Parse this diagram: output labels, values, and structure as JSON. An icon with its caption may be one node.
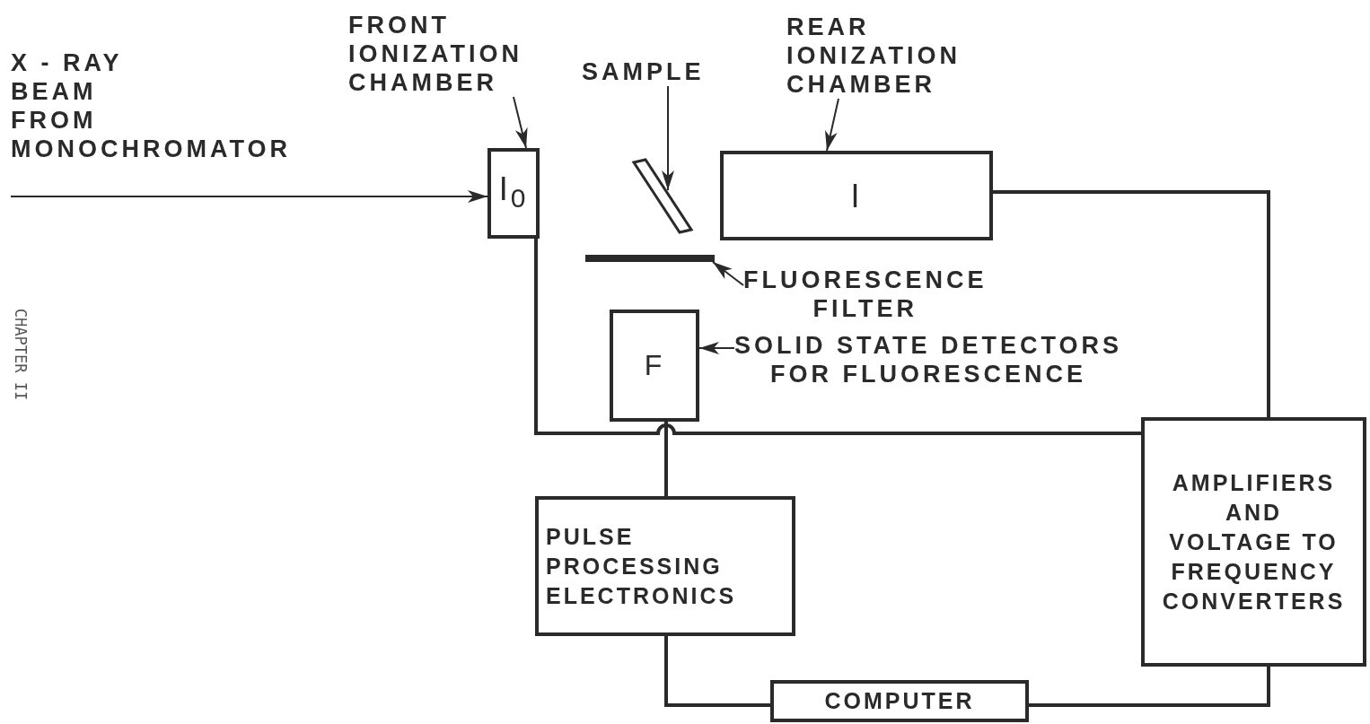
{
  "diagram": {
    "nodes": [
      {
        "text": [
          "FRONT IONIZATION CHAMBER"
        ]
      },
      {
        "text": [
          "I$_{0}$"
        ]
      },
      {
        "text": [
          "SAMPLE"
        ]
      },
      {
        "text": [],
        "shape": "bar"
      },
      {
        "text": [
          "REAR IONIZATION CHAMBER"
        ]
      },
      {
        "text": [
          "I"
        ]
      },
      {
        "text": [],
        "shape": "bar"
      },
      {
        "text": [
          "FLUORESCENCE FILTER"
        ]
      },
      {
        "text": [
          "F"
        ]
      },
      {
        "text": [
          "SOLID STATE DETECTORS FOR FLUORESCENCE"
        ]
      },
      {
        "text": [
          "PULSE PROCESSING ELECTRONICS"
        ]
      },
      {
        "text": [
          "AMPLIFIERS AND VOLTAGE TO FREQUENCY CONVERTERS"
        ]
      },
      {
        "text": [
          "COMPUTER"
        ]
      }
    ],
    "edges": [
      {
        "from": null,
        "to": 1,
        "arrow": "to"
      },
      {
        "from": 0,
        "to": 1,
        "arrow": "to"
      },
      {
        "from": 2,
        "to": 3,
        "arrow": "to"
      },
      {
        "from": 4,
        "to": 5,
        "arrow": "to"
      },
      {
        "from": 7,
        "to": 6,
        "arrow": "to"
      },
      {
        "from": 9,
        "to": 8,
        "arrow": "to"
      },
      {
        "from": 1,
        "to": 11,
        "arrow": "none"
      },
      {
        "from": 5,
        "to": 11,
        "arrow": "none"
      },
      {
        "from": 8,
        "to": 10,
        "arrow": "none"
      },
      {
        "from": 10,
        "to": 12,
        "arrow": "none"
      },
      {
        "from": 11,
        "to": 12,
        "arrow": "none"
      }
    ],
    "labels": [
      "X - RAY BEAM FROM MONOCHROMATOR",
      "CHAPTER II"
    ]
  }
}
